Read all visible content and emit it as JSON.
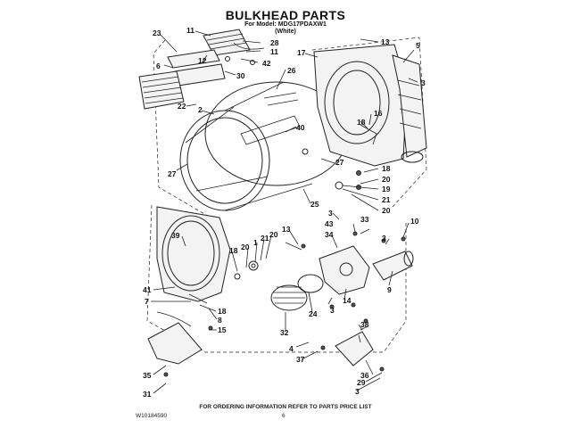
{
  "header": {
    "title": "BULKHEAD PARTS",
    "model_line": "For Model: MDG17PDAXW1",
    "color_line": "(White)"
  },
  "footer": {
    "note": "FOR ORDERING INFORMATION REFER TO PARTS PRICE LIST",
    "doc_code": "W10184590",
    "page_number": "6"
  },
  "callouts": [
    "11",
    "28",
    "11",
    "42",
    "12",
    "30",
    "6",
    "23",
    "13",
    "17",
    "5",
    "3",
    "26",
    "22",
    "2",
    "40",
    "16",
    "18",
    "27",
    "27",
    "18",
    "20",
    "19",
    "21",
    "20",
    "25",
    "3",
    "43",
    "33",
    "10",
    "13",
    "34",
    "3",
    "39",
    "18",
    "20",
    "1",
    "21",
    "20",
    "9",
    "41",
    "7",
    "18",
    "8",
    "15",
    "24",
    "14",
    "3",
    "32",
    "38",
    "4",
    "37",
    "35",
    "31",
    "36",
    "29",
    "3"
  ]
}
